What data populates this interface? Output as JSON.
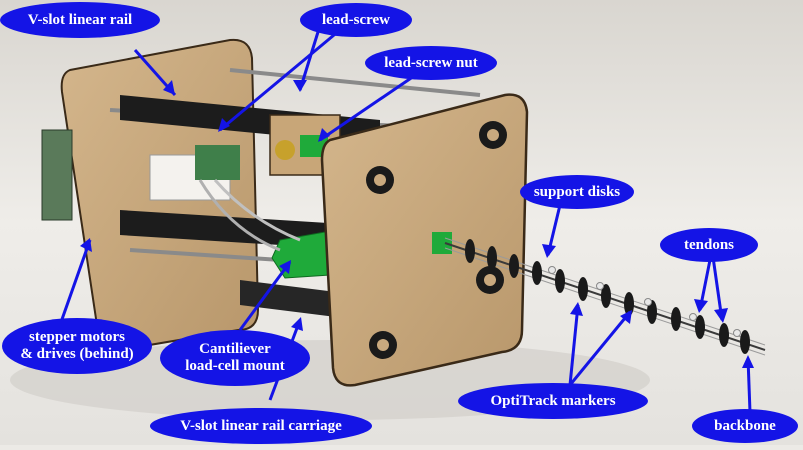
{
  "labels": {
    "vslot_rail": "V-slot linear rail",
    "lead_screw": "lead-screw",
    "lead_screw_nut": "lead-screw nut",
    "support_disks": "support disks",
    "tendons": "tendons",
    "stepper_motors": "stepper motors\n& drives (behind)",
    "load_cell": "Cantiliever\nload-cell mount",
    "optitrack": "OptiTrack markers",
    "carriage": "V-slot linear rail carriage",
    "backbone": "backbone"
  },
  "colors": {
    "label_fill": "#1414e6",
    "label_text": "#ffffff",
    "wood": "#c9a97e",
    "rail": "#1c1c1c",
    "mount": "#1faa3a",
    "background": "#eceae6"
  }
}
